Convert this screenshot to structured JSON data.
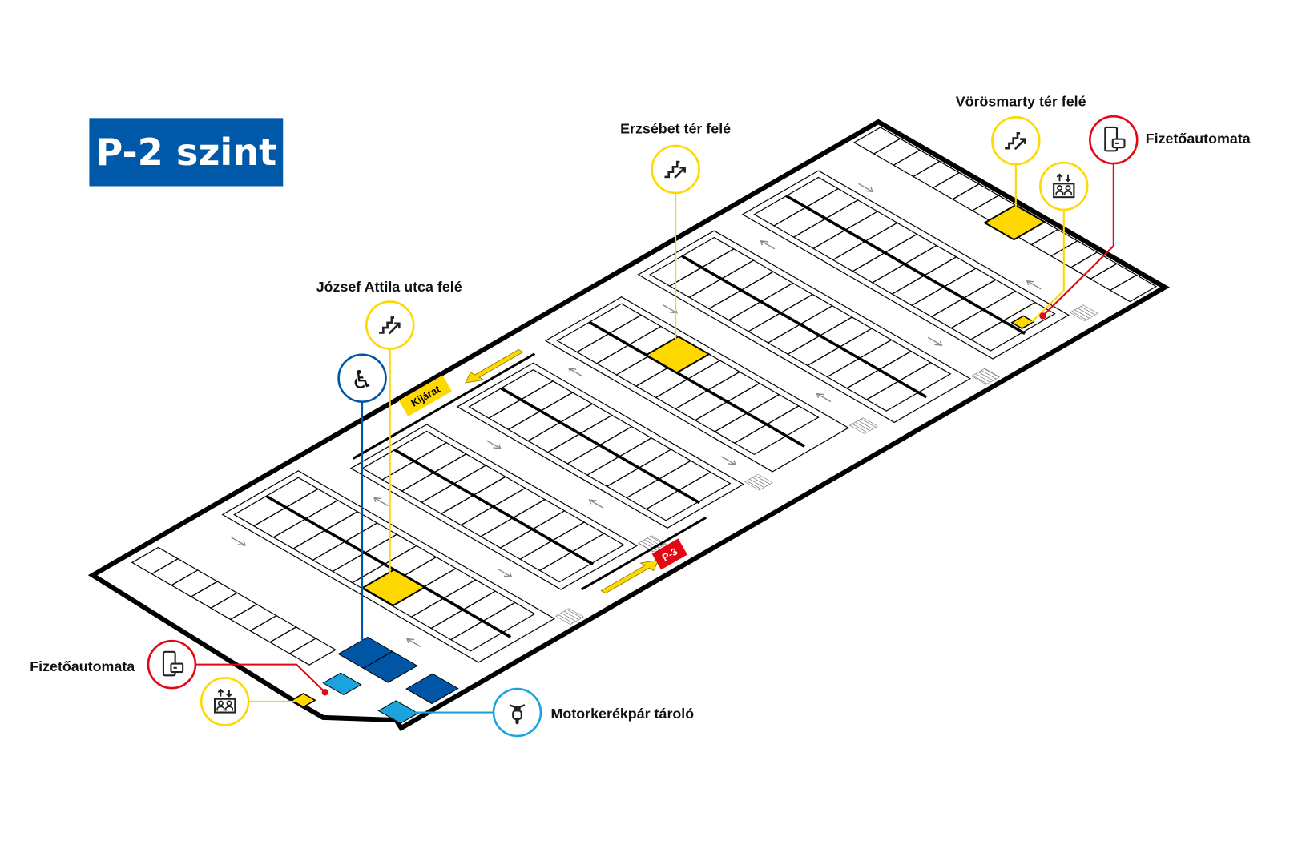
{
  "title": "P-2 szint",
  "colors": {
    "title_bg": "#0058a8",
    "stairs": "#ffd800",
    "payment": "#e30613",
    "accessible": "#0055a5",
    "motorcycle": "#1ba3dd",
    "p3_badge": "#e30613"
  },
  "callouts": {
    "jozsef_stairs": {
      "label": "József Attila utca felé",
      "icon": "stairs-icon"
    },
    "accessible": {
      "icon": "wheelchair-icon",
      "glyph": "♿"
    },
    "erzsebet_stairs": {
      "label": "Erzsébet tér felé",
      "icon": "stairs-icon"
    },
    "vorosmarty_stairs": {
      "label": "Vörösmarty tér felé",
      "icon": "stairs-icon"
    },
    "vorosmarty_elevator": {
      "icon": "elevator-icon"
    },
    "payment_top": {
      "label": "Fizetőautomata",
      "icon": "payment-machine-icon"
    },
    "payment_bottom": {
      "label": "Fizetőautomata",
      "icon": "payment-machine-icon"
    },
    "elevator_bottom": {
      "icon": "elevator-icon"
    },
    "motorcycle": {
      "label": "Motorkerékpár tároló",
      "icon": "motorcycle-icon"
    }
  },
  "road_labels": {
    "exit": "Kijárat",
    "down_ramp": "P-3"
  }
}
